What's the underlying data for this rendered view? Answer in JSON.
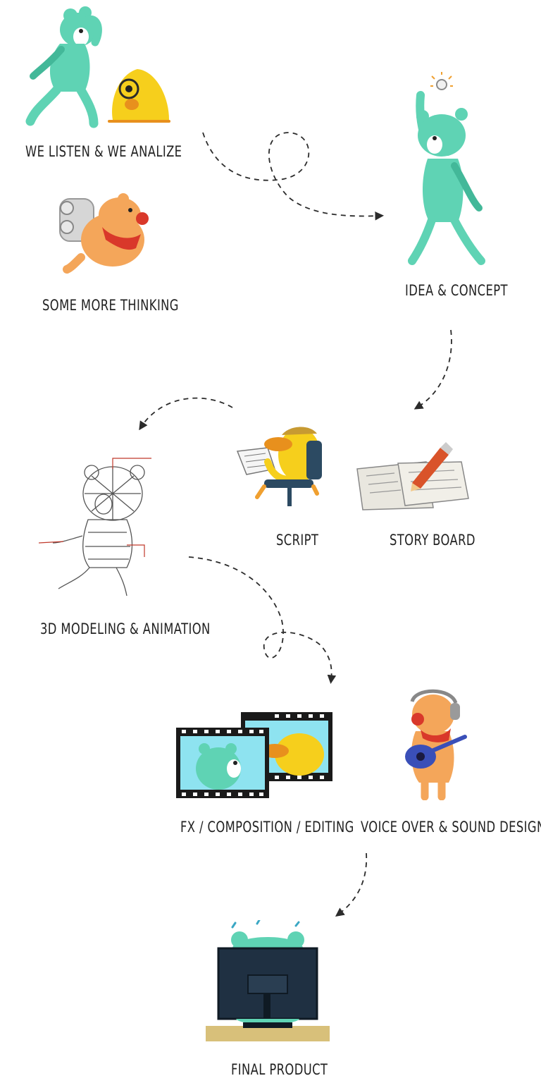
{
  "steps": [
    {
      "label": "WE LISTEN  &  WE ANALIZE",
      "illustration": "bear-looking-and-duck-with-magnifier"
    },
    {
      "label": "SOME MORE THINKING",
      "illustration": "bear-with-scrolls-and-bandana"
    },
    {
      "label": "IDEA & CONCEPT",
      "illustration": "bear-with-lightbulb-idea"
    },
    {
      "label": "SCRIPT",
      "illustration": "duck-writing-script"
    },
    {
      "label": "STORY BOARD",
      "illustration": "storyboard-with-pencil"
    },
    {
      "label": "3D MODELING & ANIMATION",
      "illustration": "wireframe-bear-model"
    },
    {
      "label": "FX / COMPOSITION / EDITING",
      "illustration": "film-strips-with-characters"
    },
    {
      "label": "VOICE OVER & SOUND DESIGN",
      "illustration": "bear-with-headphones-and-guitar"
    },
    {
      "label": "FINAL PRODUCT",
      "illustration": "bear-behind-monitor"
    }
  ],
  "colors": {
    "teal_bear": "#5fd3b4",
    "yellow_duck": "#f6cf1c",
    "orange_bear": "#f4a65a",
    "red_accent": "#d9382a",
    "film_blue": "#8ee3f0",
    "monitor": "#1f3042",
    "line": "#2b2b2b"
  }
}
